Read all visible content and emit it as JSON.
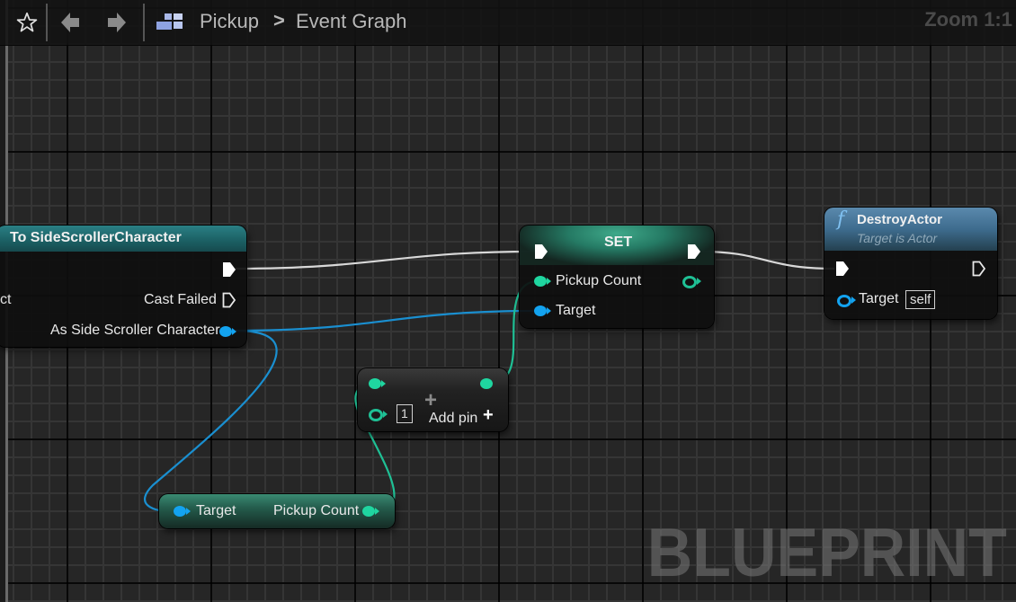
{
  "toolbar": {
    "favorite_icon": "star-icon",
    "back_icon": "arrow-left-icon",
    "forward_icon": "arrow-right-icon",
    "blueprint_icon": "blueprint-graph-icon",
    "breadcrumb": [
      "Pickup",
      "Event Graph"
    ],
    "breadcrumb_separator": ">",
    "zoom_label": "Zoom 1:1"
  },
  "watermark": "BLUEPRINT",
  "colors": {
    "exec_wire": "#d8d8d8",
    "object_pin": "#13a3f0",
    "int_pin": "#1fd6a0",
    "cast_header": "#1c6a6e",
    "function_header": "#3e6c8e",
    "set_header": "#2c8c74"
  },
  "nodes": {
    "cast": {
      "title": "To SideScrollerCharacter",
      "left_pin_partial_label": "ct",
      "cast_failed_label": "Cast Failed",
      "output_label": "As Side Scroller Character"
    },
    "set": {
      "title": "SET",
      "pickup_count_label": "Pickup Count",
      "target_label": "Target"
    },
    "destroy_actor": {
      "function_icon": "f",
      "title": "DestroyActor",
      "subtitle": "Target is Actor",
      "target_label": "Target",
      "target_default": "self"
    },
    "add": {
      "input_value": "1",
      "add_pin_label": "Add pin",
      "add_pin_icon": "+"
    },
    "get_pickup_count": {
      "target_label": "Target",
      "output_label": "Pickup Count"
    }
  }
}
